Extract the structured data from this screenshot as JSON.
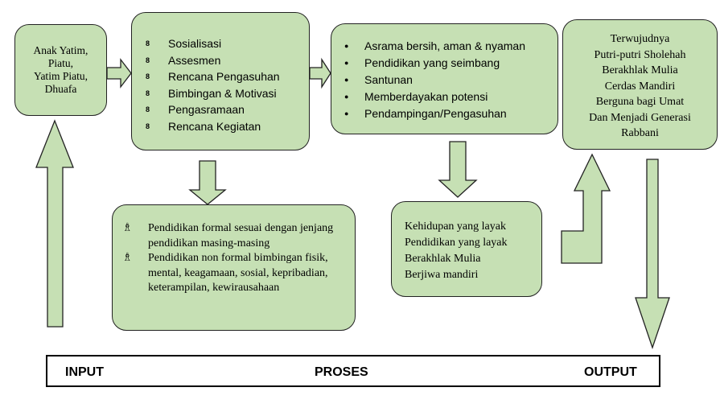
{
  "input_box": {
    "lines": [
      "Anak Yatim,",
      "Piatu,",
      "Yatim Piatu,",
      "Dhuafa"
    ]
  },
  "process_box": {
    "bullet_glyph": "8",
    "items": [
      "Sosialisasi",
      "Assesmen",
      "Rencana Pengasuhan",
      "Bimbingan & Motivasi",
      "Pengasramaan",
      "Rencana Kegiatan"
    ]
  },
  "education_box": {
    "bullet_glyph": "♗",
    "items": [
      "Pendidikan formal sesuai dengan jenjang pendidikan masing-masing",
      "Pendidikan non formal bimbingan fisik, mental, keagamaan, sosial, kepribadian, keterampilan, kewirausahaan"
    ]
  },
  "services_box": {
    "bullet_glyph": "●",
    "items": [
      "Asrama  bersih, aman & nyaman",
      "Pendidikan yang seimbang",
      "Santunan",
      "Memberdayakan potensi",
      "Pendampingan/Pengasuhan"
    ]
  },
  "results_box": {
    "lines": [
      "Kehidupan yang layak",
      "Pendidikan yang layak",
      "Berakhlak Mulia",
      "Berjiwa mandiri"
    ]
  },
  "output_box": {
    "lines": [
      "Terwujudnya",
      "Putri-putri Sholehah",
      "Berakhlak Mulia",
      "Cerdas Mandiri",
      "Berguna bagi Umat",
      "Dan Menjadi Generasi",
      "Rabbani"
    ]
  },
  "stage_bar": {
    "input_label": "INPUT",
    "process_label": "PROSES",
    "output_label": "OUTPUT"
  },
  "colors": {
    "fill": "#c6e0b4",
    "stroke": "#222222"
  }
}
